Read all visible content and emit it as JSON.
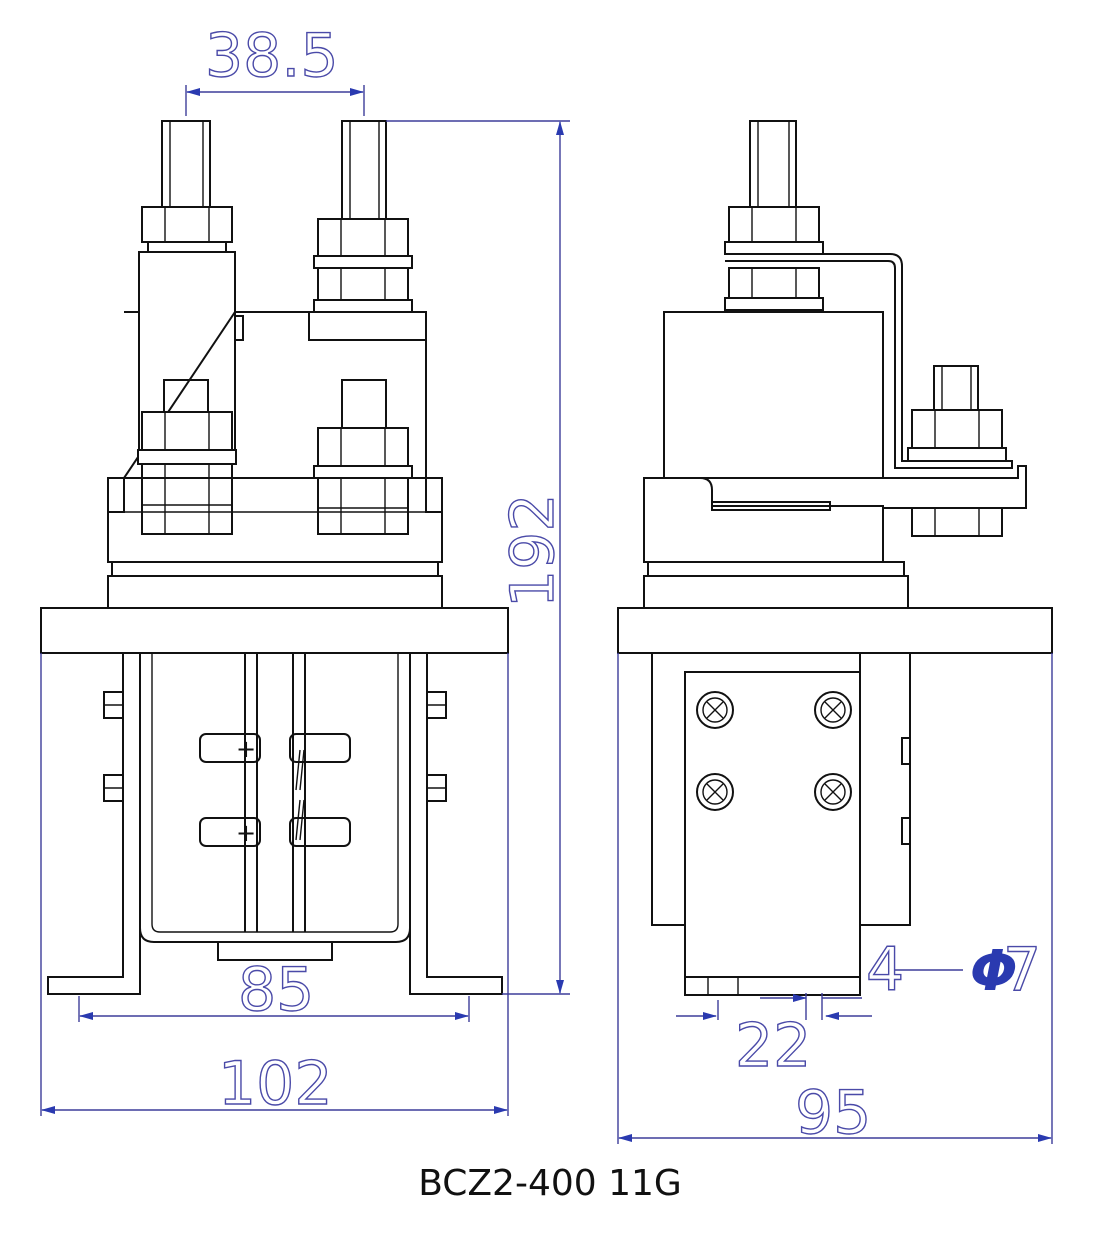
{
  "title": "BCZ2-400 11G",
  "dimensions": {
    "terminal_spacing": "38.5",
    "height": "192",
    "mount_spacing": "85",
    "width": "102",
    "depth": "95",
    "hole_spacing": "22",
    "holes_count": "4",
    "holes_diameter": "7"
  },
  "colors": {
    "outline": "#111111",
    "dimension": "#3d3d9a"
  }
}
